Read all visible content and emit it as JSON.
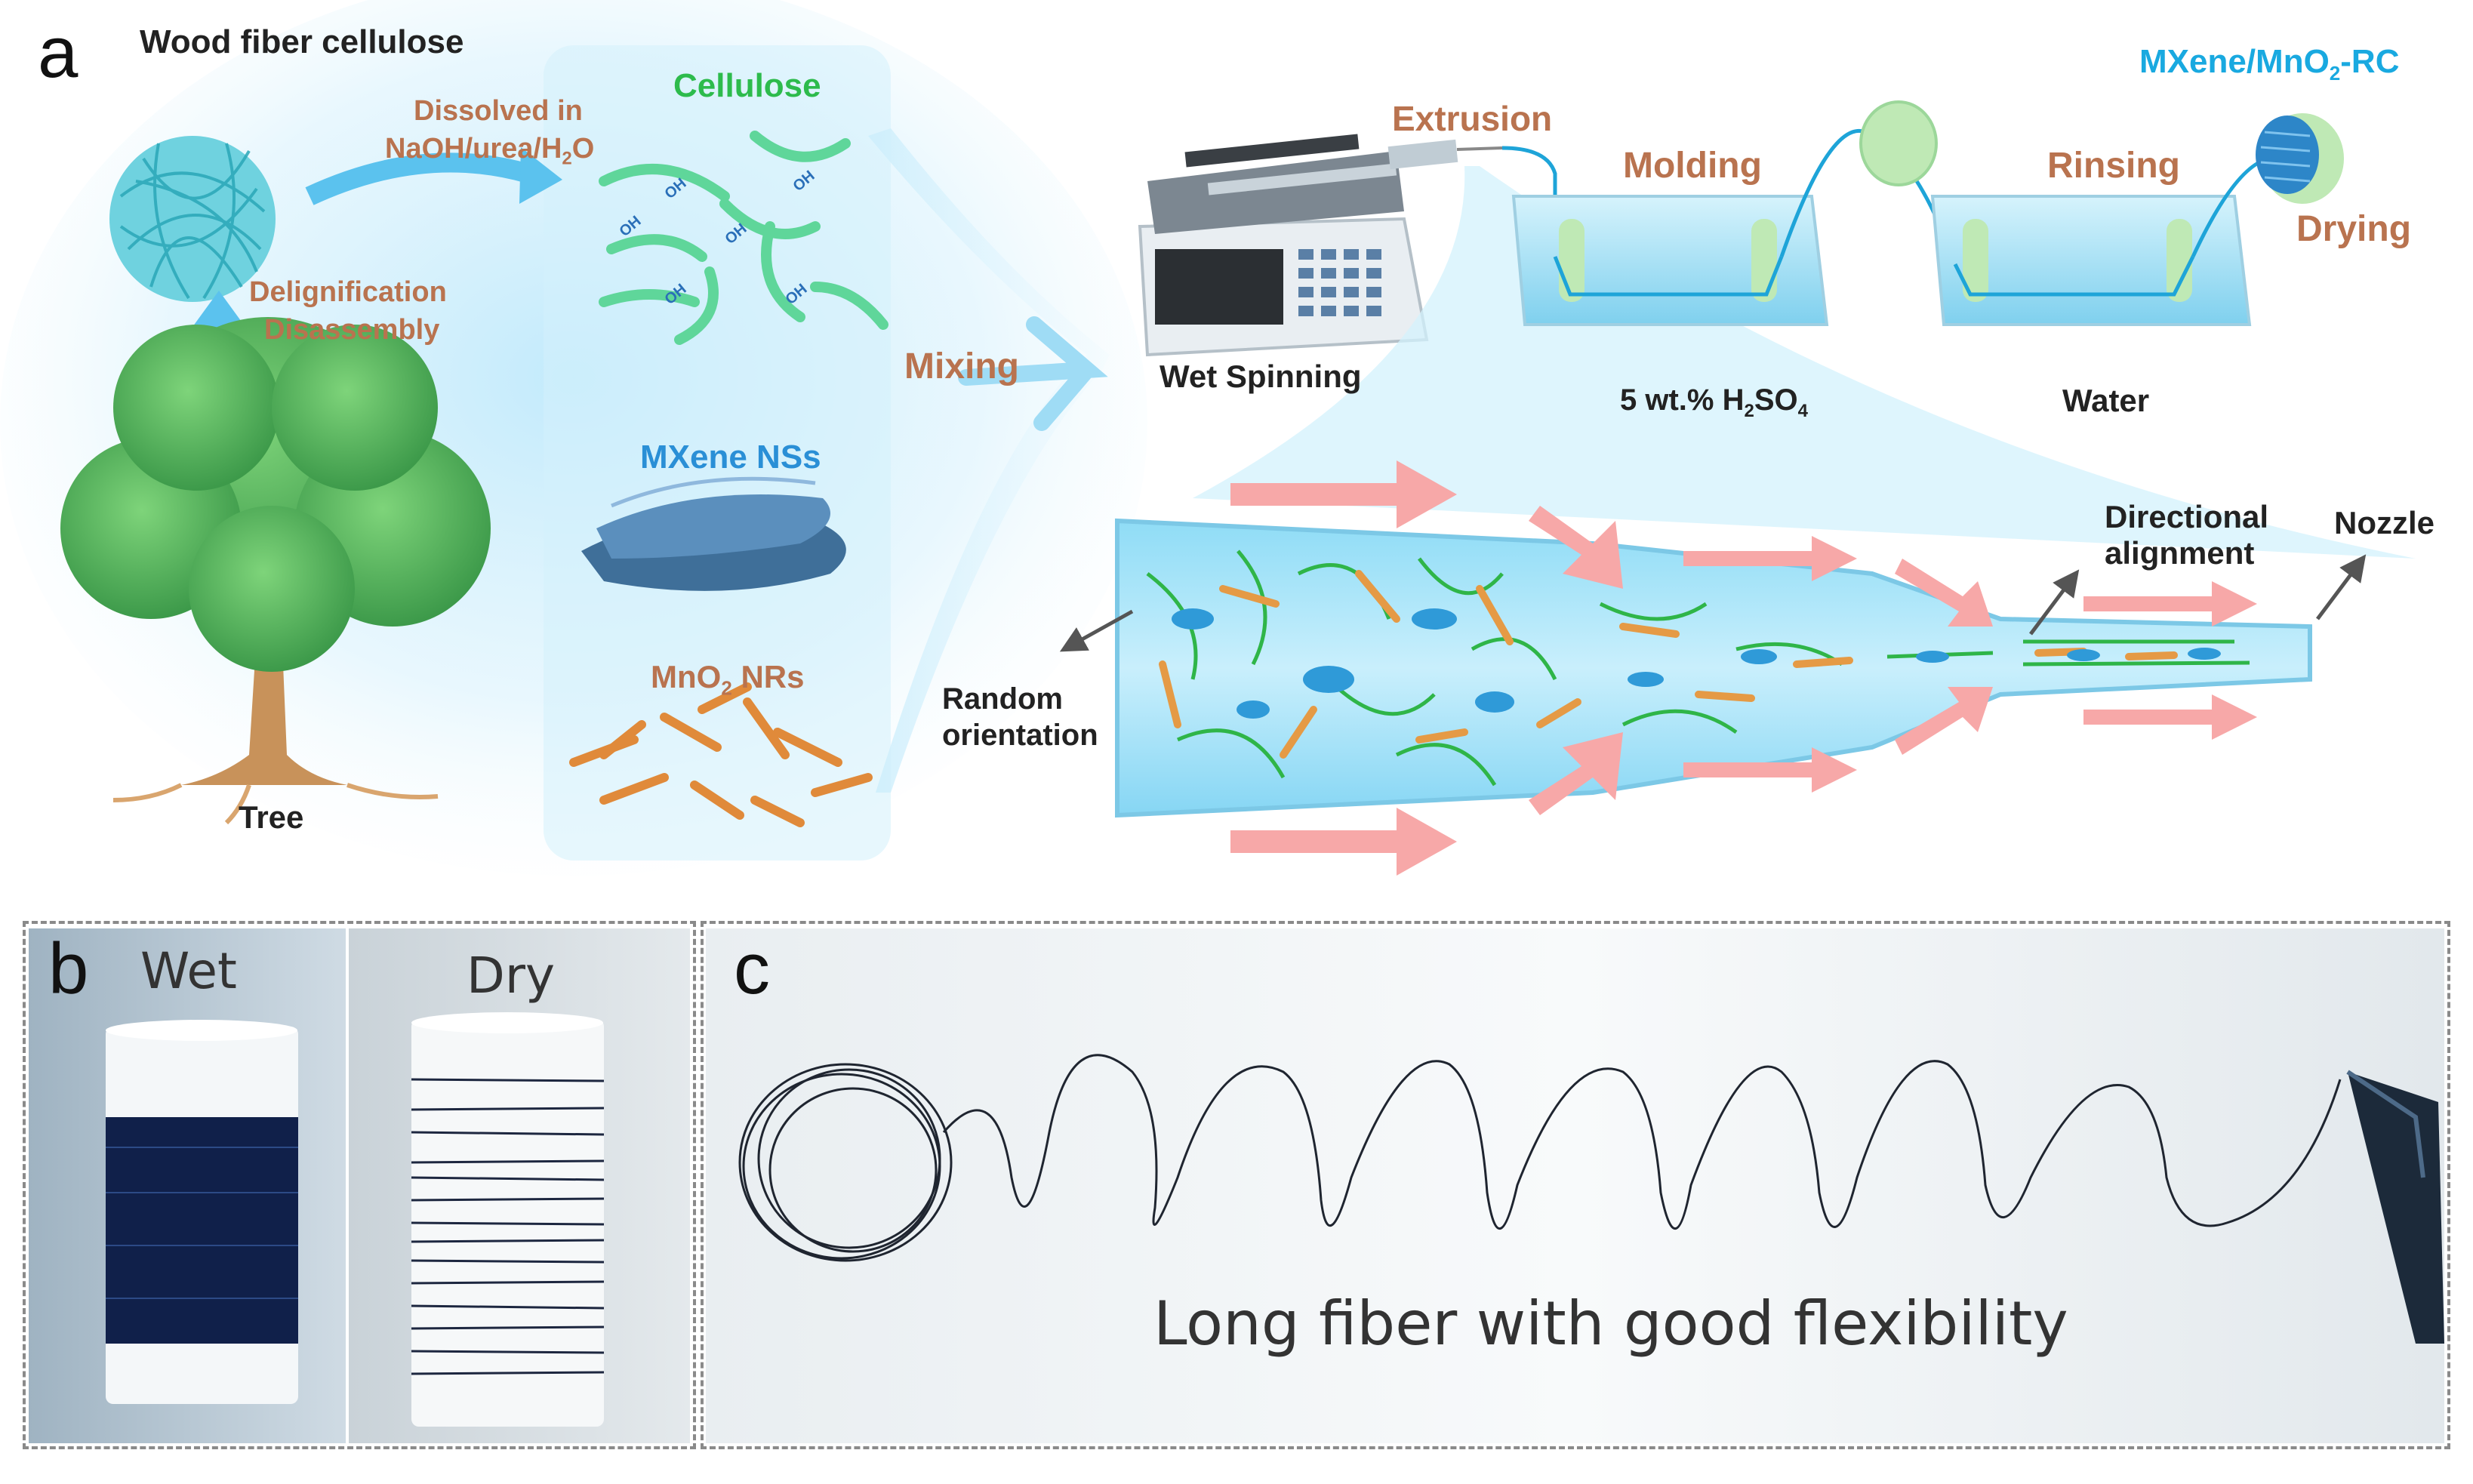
{
  "panel_a": {
    "letter": "a",
    "wood_fiber_label": "Wood fiber cellulose",
    "dissolved_label_line1": "Dissolved in",
    "dissolved_label_line2": "NaOH/urea/H",
    "dissolved_sub": "2",
    "dissolved_tail": "O",
    "delignification_line1": "Delignification",
    "delignification_line2": "Disassembly",
    "tree_label": "Tree",
    "cellulose_label": "Cellulose",
    "mxene_label": "MXene NSs",
    "mno2_label": "MnO",
    "mno2_sub": "2",
    "mno2_tail": " NRs",
    "mixing_label": "Mixing",
    "wet_spinning_label": "Wet Spinning",
    "extrusion_label": "Extrusion",
    "molding_label": "Molding",
    "rinsing_label": "Rinsing",
    "drying_label": "Drying",
    "product_label": "MXene/MnO",
    "product_sub": "2",
    "product_tail": "-RC",
    "bath1_label": "5 wt.% H",
    "bath1_sub": "2",
    "bath1_mid": "SO",
    "bath1_sub2": "4",
    "bath2_label": "Water",
    "random_line1": "Random",
    "random_line2": "orientation",
    "directional_line1": "Directional",
    "directional_line2": "alignment",
    "nozzle_label": "Nozzle",
    "hydroxyl": "OH"
  },
  "panel_b": {
    "letter": "b",
    "wet_label": "Wet",
    "dry_label": "Dry"
  },
  "panel_c": {
    "letter": "c",
    "caption": "Long fiber with good flexibility"
  },
  "colors": {
    "process_text": "#b9734f",
    "cellulose_text": "#2dbb4c",
    "mxene_text": "#2a8fd6",
    "product_text": "#19a9e0",
    "fiber_green": "#3cc04a",
    "mno2_orange": "#e08a3a",
    "mxene_blue": "#2f9ad8",
    "flow_arrow": "#f5a0a0"
  }
}
